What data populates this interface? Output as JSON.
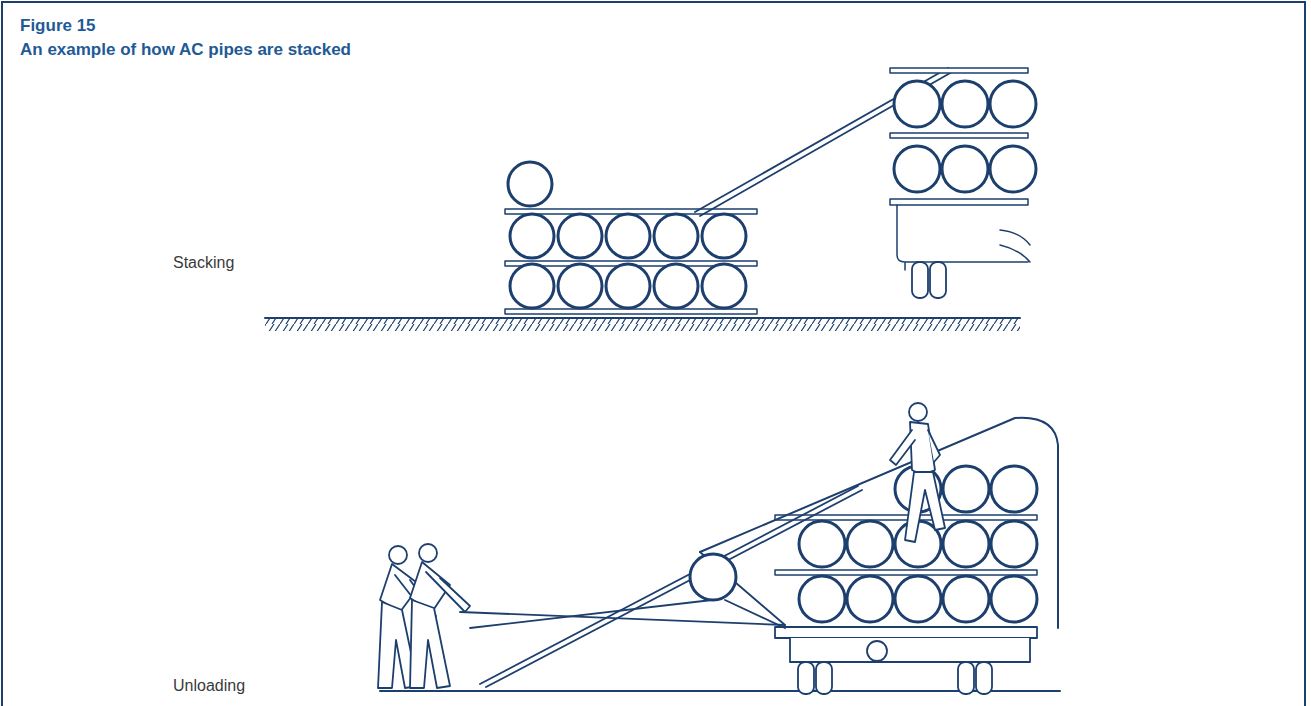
{
  "diagram": {
    "title": "Figure 15",
    "caption": "An example of how AC pipes are stacked",
    "labels": [
      "Stacking",
      "Unloading"
    ]
  }
}
